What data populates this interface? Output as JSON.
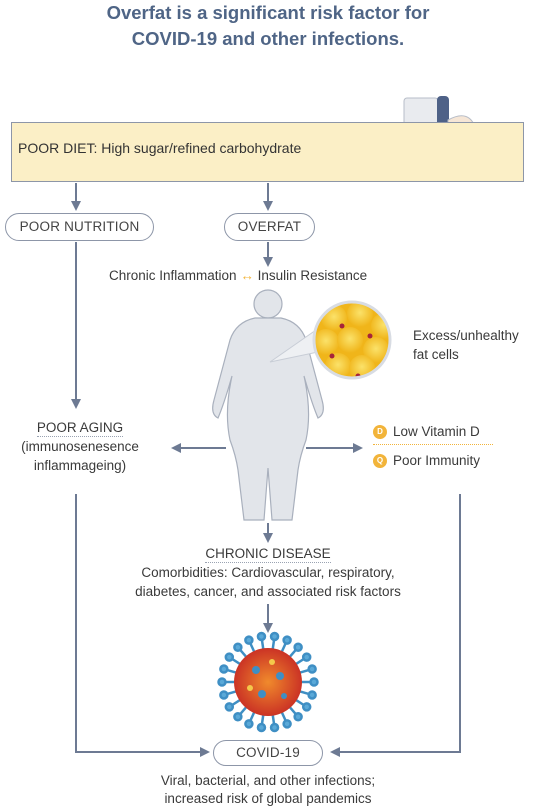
{
  "title": {
    "line1": "Overfat is a significant risk factor for",
    "line2": "COVID-19 and other infections."
  },
  "poor_diet": "POOR DIET: High sugar/refined carbohydrate",
  "poor_nutrition": "POOR NUTRITION",
  "overfat": "OVERFAT",
  "inflammation": "Chronic Inflammation",
  "insulin": "Insulin Resistance",
  "fat_cells": {
    "line1": "Excess/unhealthy",
    "line2": "fat cells"
  },
  "poor_aging": {
    "heading": "POOR AGING",
    "line1": "(immunosenesence",
    "line2": "inflammageing)"
  },
  "vitamin_d": {
    "label": "Low Vitamin D",
    "badge": "D"
  },
  "immunity": {
    "label": "Poor Immunity",
    "badge": "Q"
  },
  "chronic_disease": {
    "heading": "CHRONIC DISEASE",
    "line1": "Comorbidities: Cardiovascular, respiratory,",
    "line2": "diabetes, cancer, and associated risk factors"
  },
  "covid": "COVID-19",
  "infections": {
    "line1": "Viral, bacterial, and other infections;",
    "line2": "increased risk of global pandemics"
  },
  "colors": {
    "title": "#4f6586",
    "diet_box": "#fbefc6",
    "arrow": "#6d7a93",
    "fat_cell": "#f5c518",
    "virus_core": "#d9342b",
    "virus_spike": "#3f8fc4",
    "body": "#e2e5ea"
  }
}
